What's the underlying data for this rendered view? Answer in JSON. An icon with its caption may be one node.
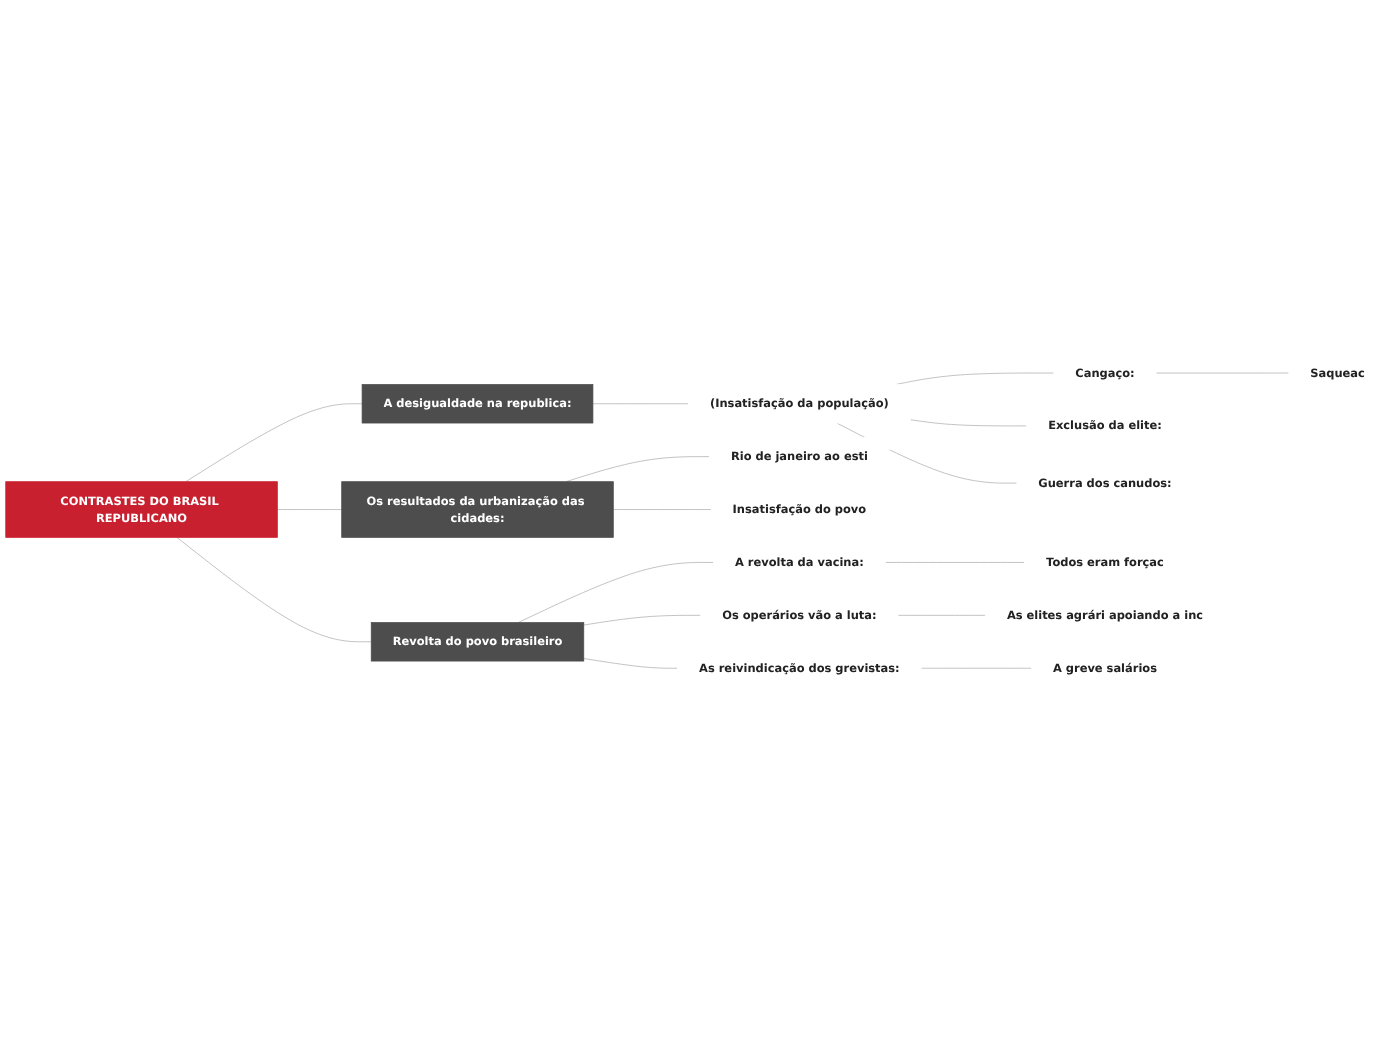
{
  "diagram": {
    "nodes": [
      {
        "text": [
          "CONTRASTES DO BRASIL REPUBLICANO"
        ]
      },
      {
        "text": [
          "A desigualdade na republica:"
        ]
      },
      {
        "text": [
          "(Insatisfação da população)"
        ]
      },
      {
        "text": [
          "Cangaço:"
        ]
      },
      {
        "text": [
          "Saqueac"
        ]
      },
      {
        "text": [
          "Exclusão da elite:"
        ]
      },
      {
        "text": [
          "Guerra dos canudos:"
        ]
      },
      {
        "text": [
          "Os resultados da urbanização das cidades:"
        ]
      },
      {
        "text": [
          "Rio de janeiro ao esti"
        ]
      },
      {
        "text": [
          "Insatisfação do povo"
        ]
      },
      {
        "text": [
          "Revolta do povo brasileiro"
        ]
      },
      {
        "text": [
          "A revolta da vacina:"
        ]
      },
      {
        "text": [
          "Todos eram forçac"
        ]
      },
      {
        "text": [
          "Os operários vão a luta:"
        ]
      },
      {
        "text": [
          "As elites agrári apoiando a inc"
        ]
      },
      {
        "text": [
          "As reivindicação dos grevistas:"
        ]
      },
      {
        "text": [
          "A greve salários"
        ]
      }
    ],
    "edges": [
      {
        "from": 0,
        "to": 1,
        "arrow": "none"
      },
      {
        "from": 1,
        "to": 2,
        "arrow": "none"
      },
      {
        "from": 2,
        "to": 3,
        "arrow": "none"
      },
      {
        "from": 3,
        "to": 4,
        "arrow": "none"
      },
      {
        "from": 2,
        "to": 5,
        "arrow": "none"
      },
      {
        "from": 2,
        "to": 6,
        "arrow": "none"
      },
      {
        "from": 0,
        "to": 7,
        "arrow": "none"
      },
      {
        "from": 7,
        "to": 8,
        "arrow": "none"
      },
      {
        "from": 7,
        "to": 9,
        "arrow": "none"
      },
      {
        "from": 0,
        "to": 10,
        "arrow": "none"
      },
      {
        "from": 10,
        "to": 11,
        "arrow": "none"
      },
      {
        "from": 11,
        "to": 12,
        "arrow": "none"
      },
      {
        "from": 10,
        "to": 13,
        "arrow": "none"
      },
      {
        "from": 13,
        "to": 14,
        "arrow": "none"
      },
      {
        "from": 10,
        "to": 15,
        "arrow": "none"
      },
      {
        "from": 15,
        "to": 16,
        "arrow": "none"
      }
    ]
  }
}
